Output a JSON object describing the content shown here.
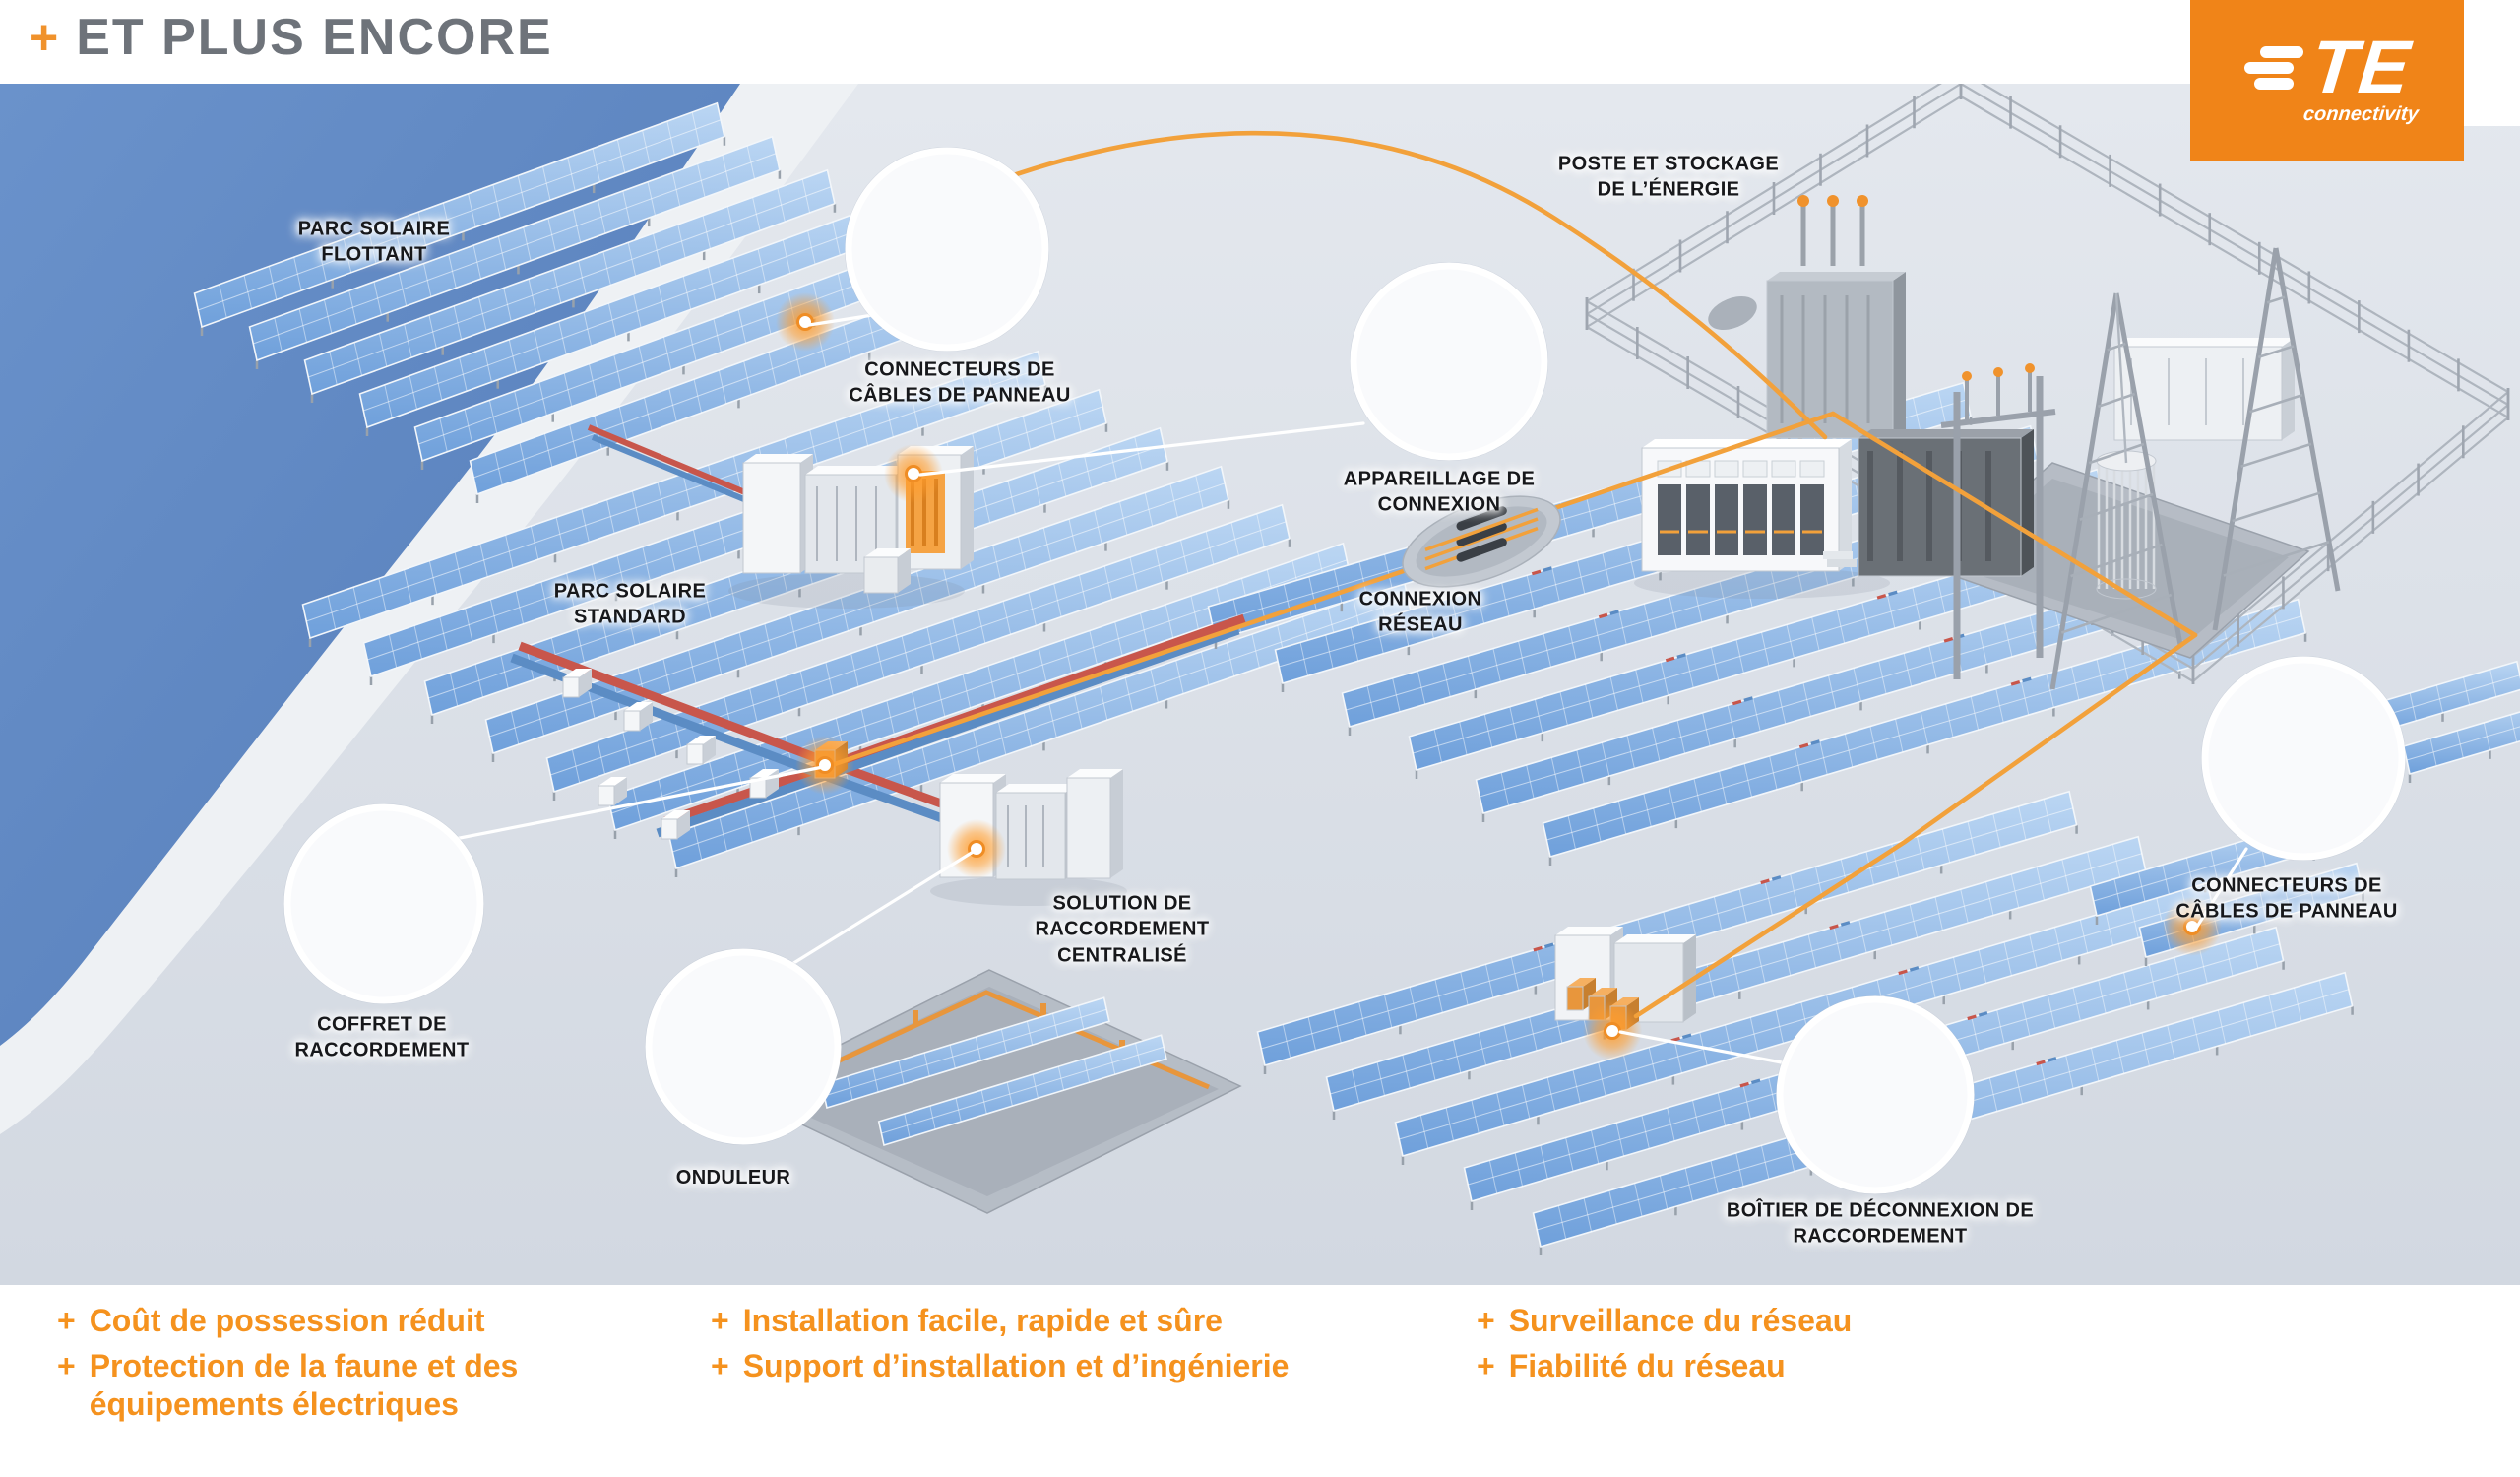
{
  "header": {
    "plus": "+",
    "title": "ET PLUS ENCORE"
  },
  "logo": {
    "brand": "TE",
    "tagline": "connectivity"
  },
  "diagram": {
    "labels": {
      "parc_flottant": "PARC SOLAIRE\nFLOTTANT",
      "connecteurs_gauche": "CONNECTEURS DE\nCÂBLES DE PANNEAU",
      "appareillage": "APPAREILLAGE DE\nCONNEXION",
      "poste": "POSTE ET STOCKAGE\nDE L’ÉNERGIE",
      "connexion_reseau": "CONNEXION\nRÉSEAU",
      "parc_standard": "PARC SOLAIRE\nSTANDARD",
      "solution": "SOLUTION DE\nRACCORDEMENT\nCENTRALISÉ",
      "coffret": "COFFRET DE\nRACCORDEMENT",
      "onduleur": "ONDULEUR",
      "boitier": "BOÎTIER DE DÉCONNEXION DE\nRACCORDEMENT",
      "connecteurs_droite": "CONNECTEURS DE\nCÂBLES DE PANNEAU"
    }
  },
  "benefits": {
    "bullet": "+",
    "columns": [
      {
        "items": [
          "Coût de possession réduit",
          "Protection de la faune et des équipements électriques"
        ]
      },
      {
        "items": [
          "Installation facile, rapide et sûre",
          "Support d’installation et d’ingénierie"
        ]
      },
      {
        "items": [
          "Surveillance du réseau",
          "Fiabilité du réseau"
        ]
      }
    ]
  },
  "colors": {
    "accent_orange": "#F08418",
    "benefit_orange": "#F5921E",
    "water_blue": "#5E86C1",
    "panel_blue": "#7FAEE3",
    "cable_red": "#C8564B",
    "cable_blue": "#5B8CC4",
    "cable_orange": "#F2A13B",
    "land_gray": "#DAE0E7",
    "label_ink": "#17181B"
  }
}
